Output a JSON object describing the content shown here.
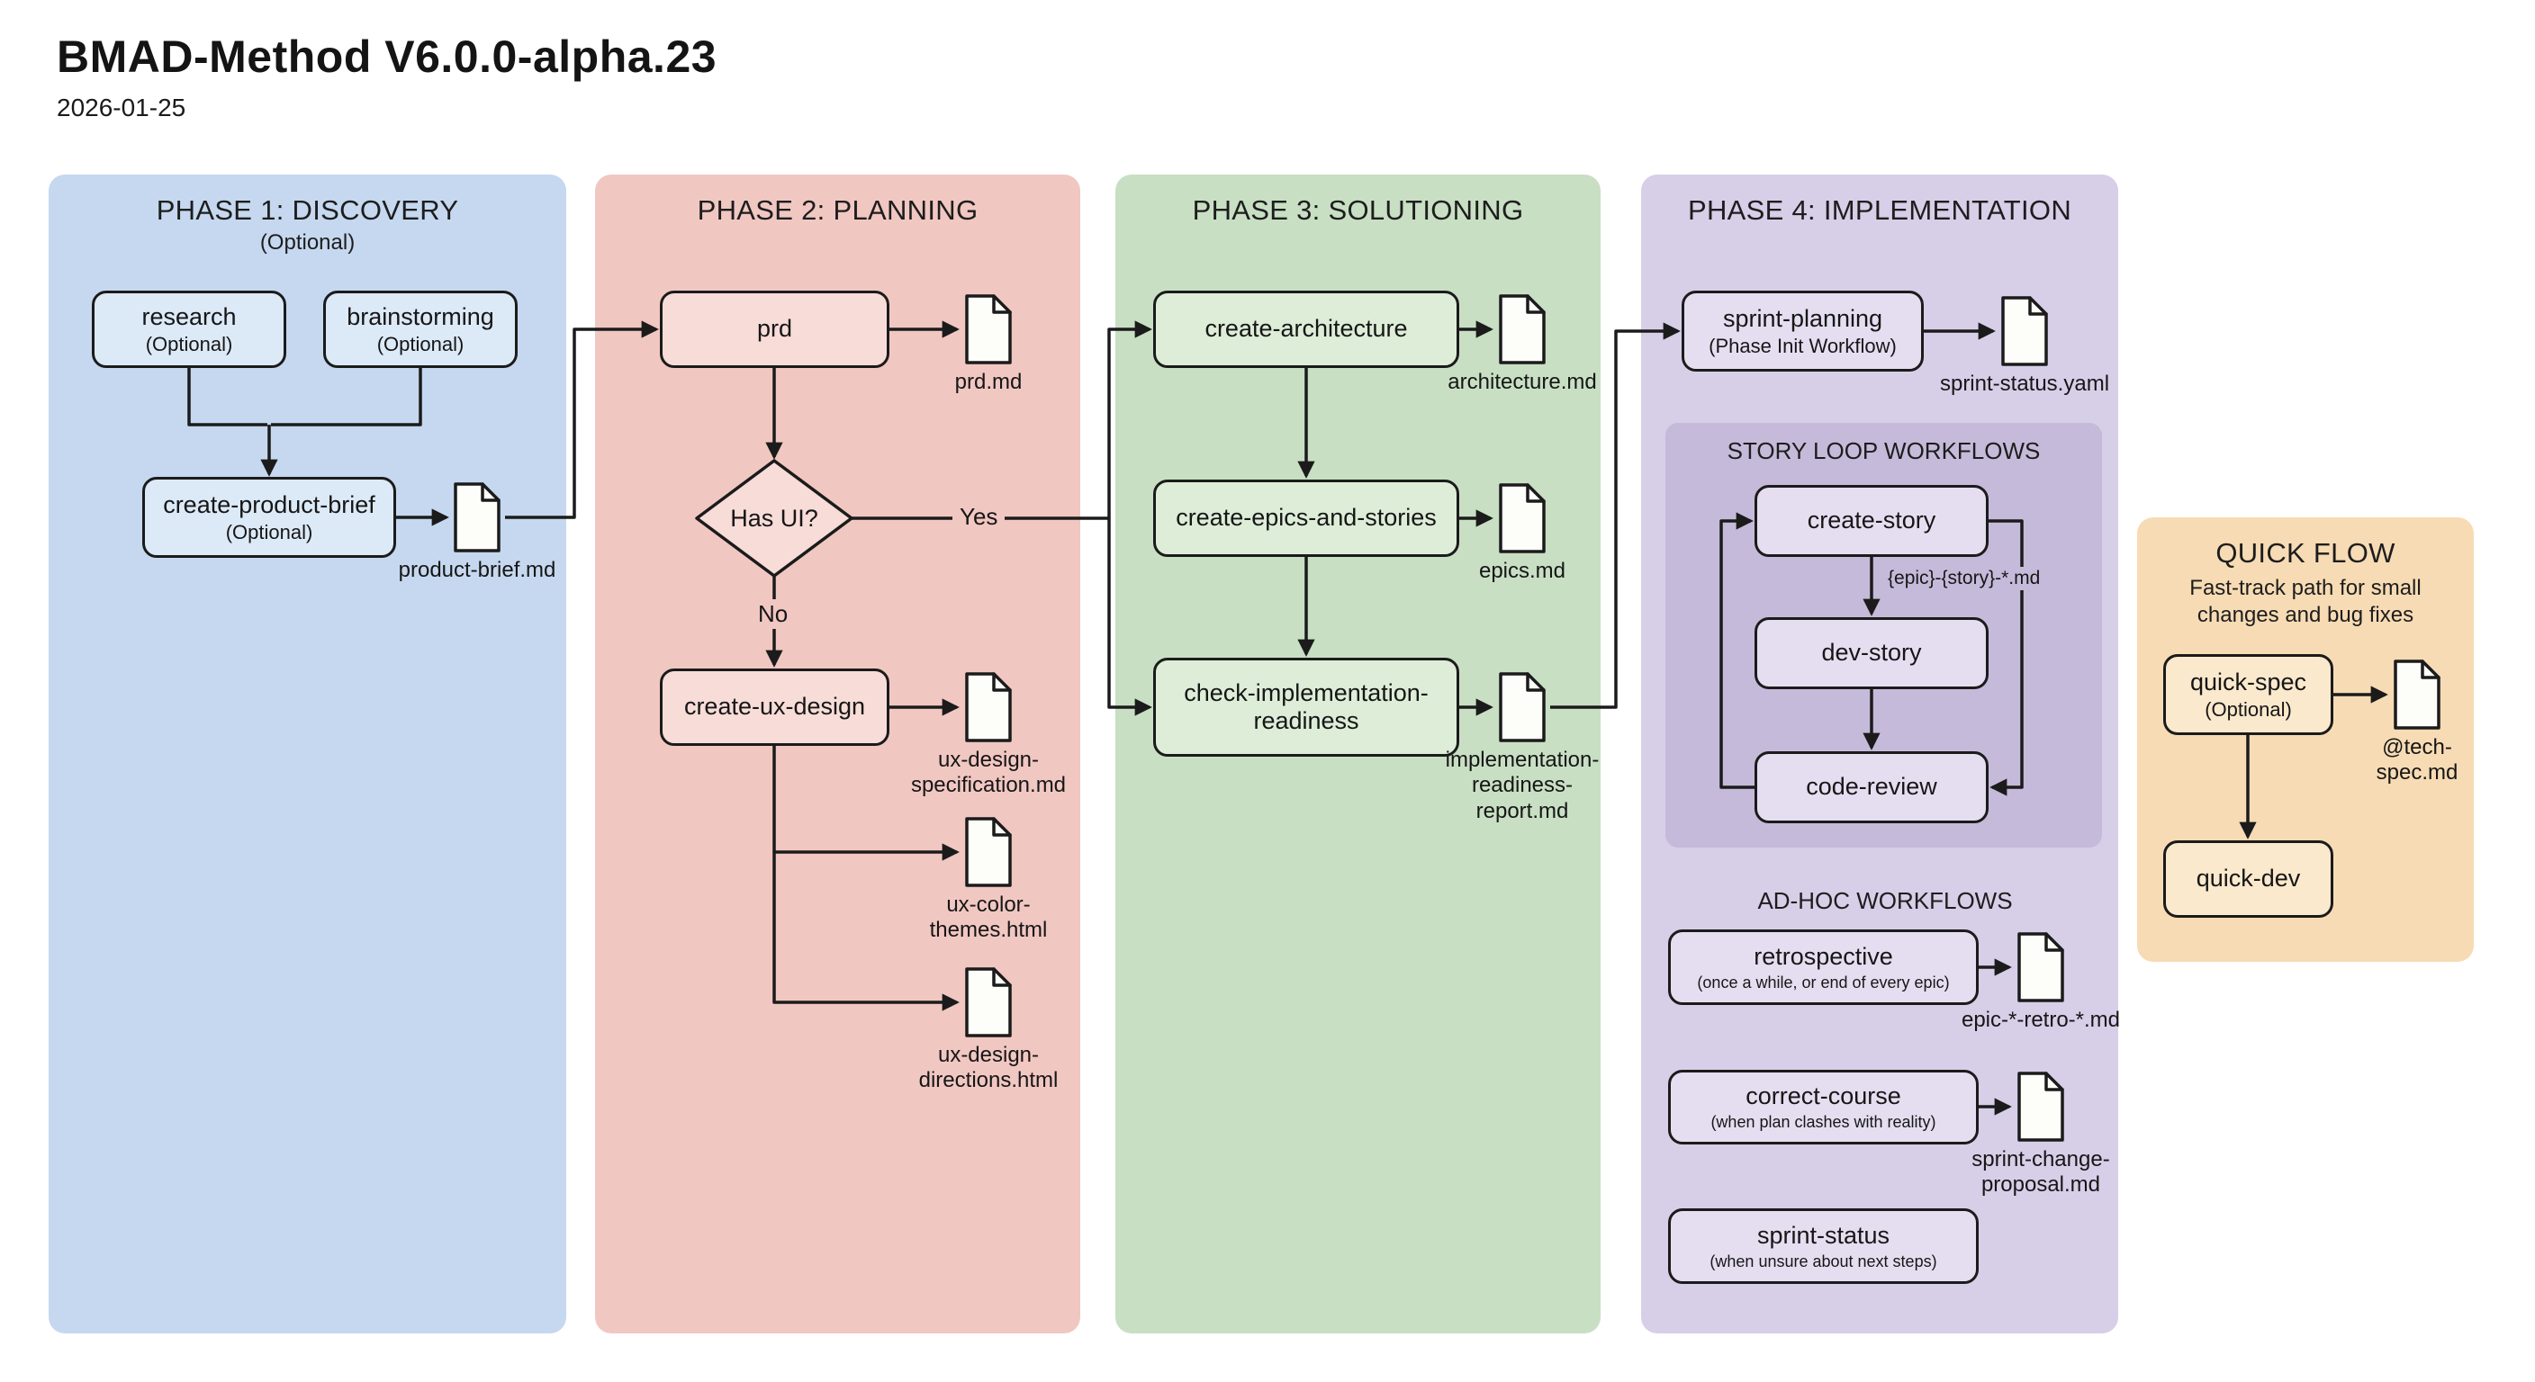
{
  "header": {
    "title": "BMAD-Method V6.0.0-alpha.23",
    "date": "2026-01-25"
  },
  "phase1": {
    "title": "PHASE 1: DISCOVERY",
    "subtitle": "(Optional)",
    "nodes": {
      "research": {
        "label": "research",
        "note": "(Optional)"
      },
      "brainstorming": {
        "label": "brainstorming",
        "note": "(Optional)"
      },
      "create_product_brief": {
        "label": "create-product-brief",
        "note": "(Optional)"
      }
    },
    "docs": {
      "product_brief": "product-brief.md"
    }
  },
  "phase2": {
    "title": "PHASE 2: PLANNING",
    "nodes": {
      "prd": "prd",
      "has_ui": "Has UI?",
      "create_ux_design": "create-ux-design"
    },
    "edges": {
      "yes": "Yes",
      "no": "No"
    },
    "docs": {
      "prd_md": "prd.md",
      "ux_spec": "ux-design-specification.md",
      "ux_color": "ux-color-themes.html",
      "ux_directions": "ux-design-directions.html"
    }
  },
  "phase3": {
    "title": "PHASE 3: SOLUTIONING",
    "nodes": {
      "create_architecture": "create-architecture",
      "create_epics_and_stories": "create-epics-and-stories",
      "check_implementation_readiness": "check-implementation-readiness"
    },
    "docs": {
      "architecture": "architecture.md",
      "epics": "epics.md",
      "impl_report": "implementation-readiness-report.md"
    }
  },
  "phase4": {
    "title": "PHASE 4: IMPLEMENTATION",
    "nodes": {
      "sprint_planning": {
        "label": "sprint-planning",
        "note": "(Phase Init Workflow)"
      }
    },
    "docs": {
      "sprint_status_yaml": "sprint-status.yaml"
    },
    "story_loop": {
      "title": "STORY LOOP WORKFLOWS",
      "edge_label": "{epic}-{story}-*.md",
      "nodes": {
        "create_story": "create-story",
        "dev_story": "dev-story",
        "code_review": "code-review"
      }
    },
    "adhoc": {
      "title": "AD-HOC WORKFLOWS",
      "nodes": {
        "retrospective": {
          "label": "retrospective",
          "note": "(once a while, or end of every epic)"
        },
        "correct_course": {
          "label": "correct-course",
          "note": "(when plan clashes with reality)"
        },
        "sprint_status": {
          "label": "sprint-status",
          "note": "(when unsure about next steps)"
        }
      },
      "docs": {
        "retro": "epic-*-retro-*.md",
        "change_proposal": "sprint-change-proposal.md"
      }
    }
  },
  "quick_flow": {
    "title": "QUICK FLOW",
    "subtitle": "Fast-track path for small changes and bug fixes",
    "nodes": {
      "quick_spec": {
        "label": "quick-spec",
        "note": "(Optional)"
      },
      "quick_dev": "quick-dev"
    },
    "docs": {
      "tech_spec": "@tech-spec.md"
    }
  },
  "colors": {
    "page-bg": "#ffffff",
    "ink": "#1b1b1b",
    "text": "#161616",
    "phase1-bg": "#c5d8ef",
    "phase1-node": "#dce9f7",
    "phase2-bg": "#f1c7c2",
    "phase2-node": "#f7dcd8",
    "phase3-bg": "#c8dfc3",
    "phase3-node": "#ddedd8",
    "phase4-bg": "#d7cee8",
    "phase4-node": "#e5def1",
    "story-bg": "#c6bada",
    "quick-bg": "#f7dbb4",
    "quick-node": "#fbe9cd",
    "doc-fill": "#fdfdfa"
  }
}
